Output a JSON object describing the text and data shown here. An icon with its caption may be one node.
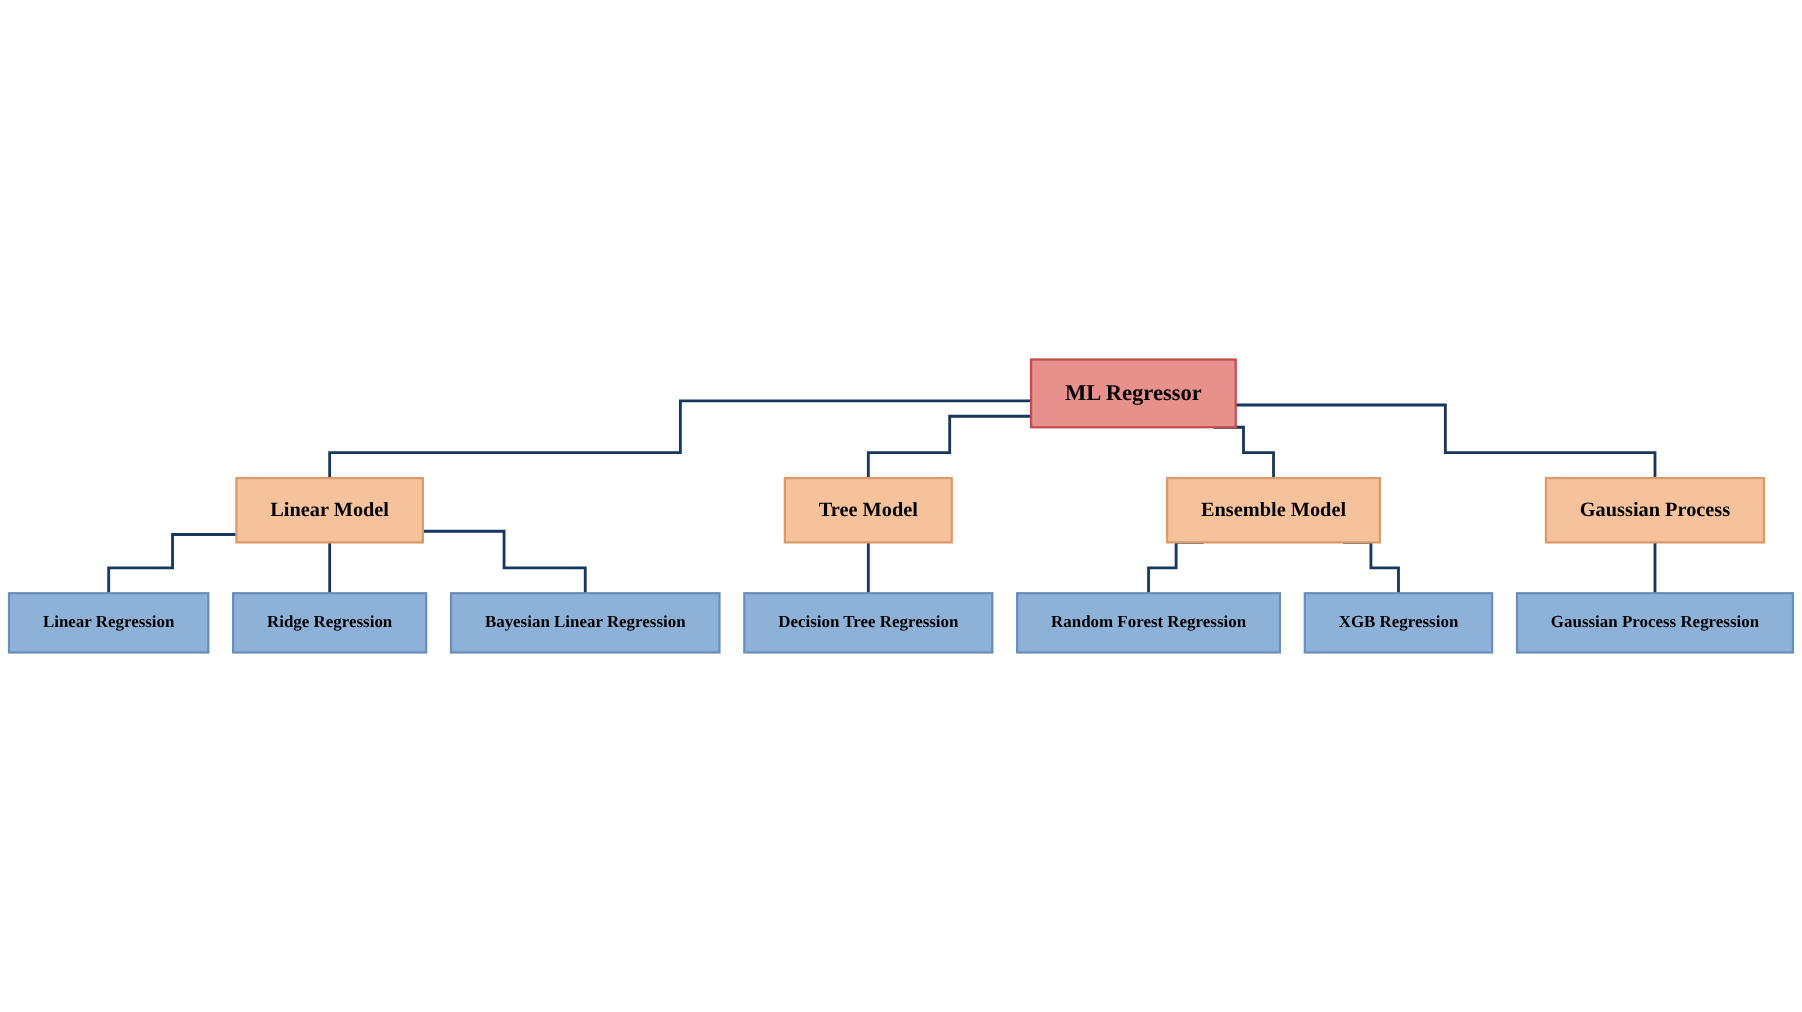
{
  "diagram": {
    "nodes": [
      {
        "text": [
          "ML Regressor"
        ]
      },
      {
        "text": [
          "Linear Model"
        ]
      },
      {
        "text": [
          "Tree Model"
        ]
      },
      {
        "text": [
          "Ensemble Model"
        ]
      },
      {
        "text": [
          "Gaussian Process"
        ]
      },
      {
        "text": [
          "Linear Regression"
        ]
      },
      {
        "text": [
          "Ridge Regression"
        ]
      },
      {
        "text": [
          "Bayesian Linear Regression"
        ]
      },
      {
        "text": [
          "Decision Tree Regression"
        ]
      },
      {
        "text": [
          "Random Forest Regression"
        ]
      },
      {
        "text": [
          "XGB Regression"
        ]
      },
      {
        "text": [
          "Gaussian Process Regression"
        ]
      }
    ],
    "edges": [
      {
        "from": 0,
        "to": 1,
        "arrow": "none"
      },
      {
        "from": 0,
        "to": 2,
        "arrow": "none"
      },
      {
        "from": 0,
        "to": 3,
        "arrow": "none"
      },
      {
        "from": 0,
        "to": 4,
        "arrow": "none"
      },
      {
        "from": 1,
        "to": 5,
        "arrow": "none"
      },
      {
        "from": 1,
        "to": 6,
        "arrow": "none"
      },
      {
        "from": 1,
        "to": 7,
        "arrow": "none"
      },
      {
        "from": 2,
        "to": 8,
        "arrow": "none"
      },
      {
        "from": 3,
        "to": 9,
        "arrow": "none"
      },
      {
        "from": 3,
        "to": 10,
        "arrow": "none"
      },
      {
        "from": 4,
        "to": 11,
        "arrow": "none"
      }
    ]
  }
}
